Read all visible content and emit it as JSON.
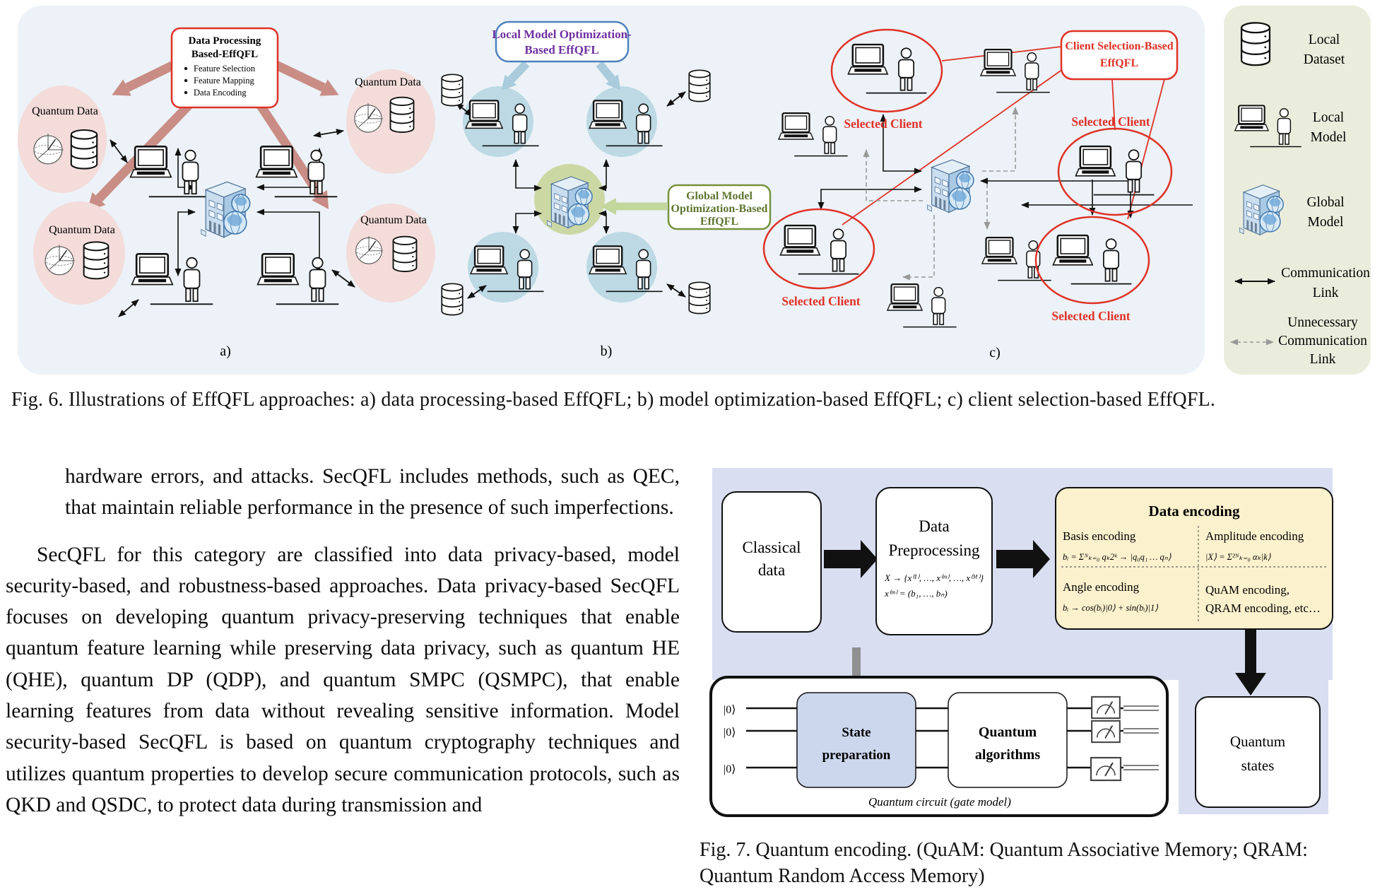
{
  "figure6": {
    "caption": "Fig. 6. Illustrations of EffQFL approaches: a) data processing-based EffQFL; b) model optimization-based EffQFL; c) client selection-based EffQFL.",
    "panel_a": {
      "label": "a)",
      "approach_box": {
        "title_line1": "Data Processing",
        "title_line2": "Based-EffQFL",
        "bullets": [
          "Feature Selection",
          "Feature Mapping",
          "Data Encoding"
        ]
      },
      "quantum_data_label": "Quantum Data"
    },
    "panel_b": {
      "label": "b)",
      "local_box_line1": "Local Model Optimization-",
      "local_box_line2": "Based EffQFL",
      "global_box_line1": "Global Model",
      "global_box_line2": "Optimization-Based",
      "global_box_line3": "EffQFL"
    },
    "panel_c": {
      "label": "c)",
      "box_line1": "Client Selection-Based",
      "box_line2": "EffQFL",
      "selected_client": "Selected Client"
    },
    "legend": {
      "local_dataset_1": "Local",
      "local_dataset_2": "Dataset",
      "local_model_1": "Local",
      "local_model_2": "Model",
      "global_model_1": "Global",
      "global_model_2": "Model",
      "comm_link_1": "Communication",
      "comm_link_2": "Link",
      "unnec_1": "Unnecessary",
      "unnec_2": "Communication",
      "unnec_3": "Link"
    }
  },
  "article": {
    "fragment": "hardware errors, and attacks. SecQFL includes methods, such as QEC, that maintain reliable performance in the presence of such imperfections.",
    "paragraph": "SecQFL for this category are classified into data privacy-based, model security-based, and robustness-based approaches. Data privacy-based SecQFL focuses on developing quantum privacy-preserving techniques that enable quantum feature learning while preserving data privacy, such as quantum HE (QHE), quantum DP (QDP), and quantum SMPC (QSMPC), that enable learning features from data without revealing sensitive information. Model security-based SecQFL is based on quantum cryptography techniques and utilizes quantum properties to develop secure communication protocols, such as QKD and QSDC, to protect data during transmission and"
  },
  "figure7": {
    "caption_line1": "Fig. 7. Quantum encoding. (QuAM: Quantum Associative Memory; QRAM:",
    "caption_line2": "Quantum Random Access Memory)",
    "classical_line1": "Classical",
    "classical_line2": "data",
    "preprocessing": {
      "line1": "Data",
      "line2": "Preprocessing",
      "formula1": "X → {x⁽¹⁾, …, x⁽ᵐ⁾, …, x⁽ᴹ⁾}",
      "formula2": "x⁽ᵐ⁾ = (b₁, …, bₙ)"
    },
    "encoding": {
      "title": "Data encoding",
      "basis_label": "Basis encoding",
      "basis_formula": "bᵢ = Σᴺₖ₌₀ qₖ2ᵏ → |q₀q₁ … qₙ⟩",
      "amplitude_label": "Amplitude encoding",
      "amplitude_formula": "|X⟩ = Σ²ᴺₖ₌₀ αₖ|k⟩",
      "angle_label": "Angle encoding",
      "angle_formula": "bᵢ → cos(bᵢ)|0⟩ + sin(bᵢ)|1⟩",
      "other_line1": "QuAM encoding,",
      "other_line2": "QRAM encoding, etc…"
    },
    "circuit": {
      "qubit": "|0⟩",
      "state_prep_1": "State",
      "state_prep_2": "preparation",
      "algo_1": "Quantum",
      "algo_2": "algorithms",
      "caption": "Quantum circuit (gate model)"
    },
    "states_1": "Quantum",
    "states_2": "states"
  },
  "colors": {
    "panel_bg": "#ecf2f7",
    "legend_bg": "#ebeddc",
    "quantum_data_fill": "#f3dcda",
    "pink_arrow": "#c98d86",
    "blue_circle": "#bcd9e4",
    "blue_box_border": "#4f81bd",
    "purple_text": "#7030a0",
    "green_circle": "#ccd8a4",
    "green_text": "#5f7530",
    "green_arrow": "#c3d69b",
    "red_accent": "#e03127",
    "lavender_bg": "#d9dff1",
    "state_prep_fill": "#ccd7ee",
    "encoding_fill": "#fbf1cd"
  }
}
